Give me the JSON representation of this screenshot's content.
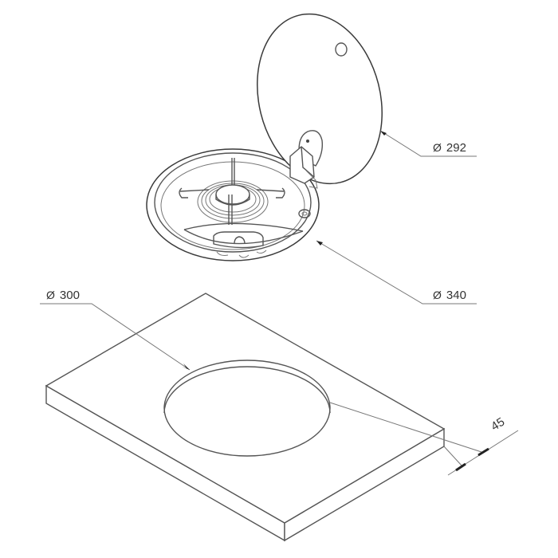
{
  "drawing": {
    "type": "isometric technical drawing",
    "subject": "built-in round gas hob with glass lid and countertop cut-out",
    "line_color": "#555555",
    "background": "#ffffff"
  },
  "dimensions": {
    "lid_diameter": {
      "symbol": "Ø",
      "value": "292"
    },
    "hob_diameter": {
      "symbol": "Ø",
      "value": "340"
    },
    "cutout_diameter": {
      "symbol": "Ø",
      "value": "300"
    },
    "countertop_thickness": {
      "value": "45"
    }
  }
}
